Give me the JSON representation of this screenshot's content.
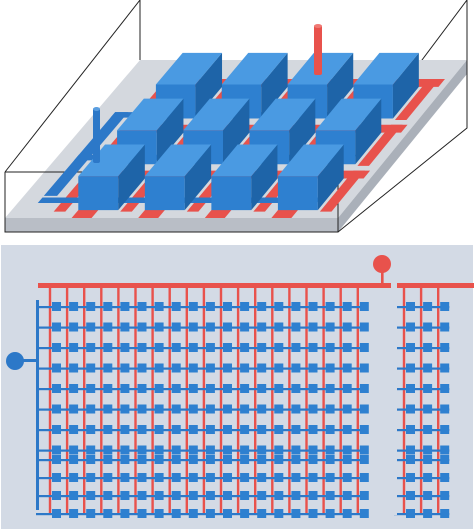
{
  "figure": {
    "panels": [
      {
        "name": "isometric-view",
        "kind": "3d-rack-layout"
      },
      {
        "name": "plan-view",
        "kind": "2d-grid-layout"
      }
    ],
    "layout": {
      "perspective_rows": 3,
      "perspective_cols": 4,
      "plan_left_block_cols": 19,
      "plan_right_block_cols": 3,
      "plan_rows_upper": 8,
      "plan_rows_lower": 4
    },
    "colors": {
      "red_pipe": "#e8524c",
      "blue_pipe": "#2c78c8",
      "box_front": "#2e80d0",
      "box_top": "#4a9ae2",
      "box_side": "#1e64a8",
      "floor": "#d4d8de",
      "floor_edge": "#b9bec6",
      "plan_bg": "#d3dae5",
      "outline": "#222222"
    }
  }
}
